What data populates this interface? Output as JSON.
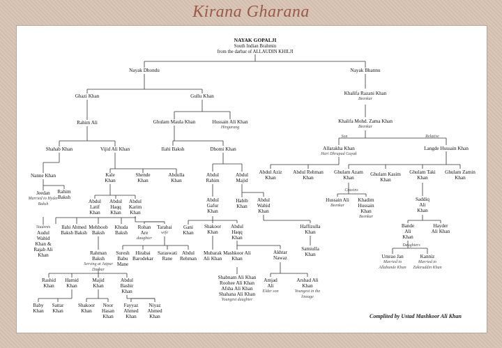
{
  "title": "Kirana Gharana",
  "credit": "Complited by Ustad Mashkoor Ali Khan",
  "root": {
    "name": "NAYAK GOPALJI",
    "line2": "South Indian Brahmin",
    "line3": "from the darbar of ALLAUDIN KHILJI"
  },
  "nodes": {
    "nayak_dhondu": {
      "name": "Nayak Dhondu"
    },
    "nayak_bhannu": {
      "name": "Nayak Bhannu"
    },
    "ghazi_khan": {
      "name": "Ghazi Khan"
    },
    "gullu_khan": {
      "name": "Gullu Khan"
    },
    "khalifa_razani": {
      "name": "Khalifa Razani Khan",
      "note": "Beenkar"
    },
    "rahim_ali": {
      "name": "Rahim Ali"
    },
    "ghulam_maula": {
      "name": "Ghulam Maula Khan"
    },
    "hussain_ali": {
      "name": "Hussain Ali Khan",
      "note": "Hingarang"
    },
    "khalifa_zama": {
      "name": "Khalifa Mohd. Zama Khan",
      "note": "Beenkar"
    },
    "shahab_khan": {
      "name": "Shahab Khan"
    },
    "vijid_ali": {
      "name": "Vijid Ali Khan"
    },
    "ilahi_baksh": {
      "name": "Ilahi Baksh"
    },
    "dhomi_khan": {
      "name": "Dhomi Khan"
    },
    "allarakha": {
      "name": "Allarakha Khan",
      "note": "Hari Dhrupad Gayak"
    },
    "langde": {
      "name": "Langde Hussain Khan"
    },
    "nanne_khan": {
      "name": "Nanne Khan"
    },
    "kale_khan": {
      "name": "Kale Khan"
    },
    "shende_khan": {
      "name": "Shende Khan"
    },
    "abdulla_khan": {
      "name": "Abdulla Khan"
    },
    "abdul_rahim": {
      "name": "Abdul Rahim"
    },
    "abdul_majid": {
      "name": "Abdul Majid"
    },
    "abdul_aziz": {
      "name": "Abdul Aziz Khan"
    },
    "abdul_rehman_khan": {
      "name": "Abdul Rehman Khan"
    },
    "ghulam_azam": {
      "name": "Ghulam Azam Khan"
    },
    "ghulam_kasim": {
      "name": "Ghulam Kasim Khan"
    },
    "ghulam_taki": {
      "name": "Ghulam Taki Khan"
    },
    "ghulam_zamin": {
      "name": "Ghulam Zamin Khan"
    },
    "jeedan": {
      "name": "Jeedan",
      "note": "Married to Hyder Baksh"
    },
    "rahim_baksh": {
      "name": "Rahim Baksh"
    },
    "abdul_latif": {
      "name": "Abdul Latif Khan"
    },
    "abdul_haqq1": {
      "name": "Abdul Haqq Khan"
    },
    "abdul_karim": {
      "name": "Abdul Karim Khan"
    },
    "abdul_gafur": {
      "name": "Abdul Gafur Khan"
    },
    "habib_khan": {
      "name": "Habib Khan"
    },
    "abdul_wahid1": {
      "name": "Abdul Wahid Khan"
    },
    "hussain_ali2": {
      "name": "Hussain Ali",
      "note": "Beenkar"
    },
    "khadim": {
      "name": "Khadim Hussain Khan",
      "note": "Beenkar"
    },
    "cousins_label": {
      "name": "Cousins"
    },
    "saddiq": {
      "name": "Saddiq Ali Khan"
    },
    "students": {
      "name": "Students",
      "list": "Audul Wahid Khan & Rajab Ali Khan"
    },
    "ilahi_ahmed": {
      "name": "Ilahi Ahmed Baksh Baksh"
    },
    "mehboob": {
      "name": "Mehboob Baksh"
    },
    "khuda": {
      "name": "Khuda Baksh"
    },
    "rohan": {
      "name": "Rohan Are",
      "note": "daughter"
    },
    "tarabai": {
      "name": "Tarabai",
      "note": "wife"
    },
    "gani": {
      "name": "Gani Khan"
    },
    "shakoor": {
      "name": "Shakoor Khan"
    },
    "abdul_haqq2": {
      "name": "Abdul Haqq Khan"
    },
    "haffizulla": {
      "name": "Haffizulla Khan"
    },
    "bande": {
      "name": "Bande Ali Khan"
    },
    "hayder": {
      "name": "Hayder Ali Khan"
    },
    "rahman": {
      "name": "Rahman Baksh",
      "note": "Serving at Jaipur Darbar"
    },
    "suresh": {
      "name": "Suresh Babu Mane"
    },
    "hirabai": {
      "name": "Hirabai Barodekar"
    },
    "saraswati": {
      "name": "Saraswati Rane"
    },
    "abdul_rehman2": {
      "name": "Abdul Rehman"
    },
    "mubarak": {
      "name": "Mubarak Ali Khan"
    },
    "mashkoor": {
      "name": "Mashkoor Ali Khan"
    },
    "akhtar": {
      "name": "Akhtar Nawaz"
    },
    "samiulla": {
      "name": "Samiulla Khan"
    },
    "daughters_label": {
      "name": "Daughters"
    },
    "umrao": {
      "name": "Umrao Jan",
      "note": "Married to Allabande Khan"
    },
    "kanniz": {
      "name": "Kanniz",
      "note": "Married to Zakiruddin Khan"
    },
    "rashid": {
      "name": "Rashid Khan"
    },
    "hamid": {
      "name": "Hamid Khan"
    },
    "majid": {
      "name": "Majid Khan"
    },
    "abdul_bashir": {
      "name": "Abdul Bashir Khan"
    },
    "shabnam": {
      "name": "Shabnam Ali Khan",
      "l2": "Roohee Ali Khan",
      "l3": "Afsha Ali Khan",
      "l4": "Shahana Ali Khan",
      "note": "Youngest daughter"
    },
    "amjad": {
      "name": "Amjad Ali",
      "note": "Elder son"
    },
    "arshad": {
      "name": "Arshad Ali Khan",
      "note": "Youngest in the lineage"
    },
    "baby": {
      "name": "Baby Khan"
    },
    "sattar": {
      "name": "Sattar Khan"
    },
    "shakoor2": {
      "name": "Shakoor Khan"
    },
    "noor": {
      "name": "Noor Hasan Khan"
    },
    "fayyaz": {
      "name": "Fayyaz Ahmed Khan"
    },
    "niyaz": {
      "name": "Niyaz Ahmed Khan"
    }
  },
  "labels": {
    "son": "Son",
    "relative": "Relative"
  }
}
